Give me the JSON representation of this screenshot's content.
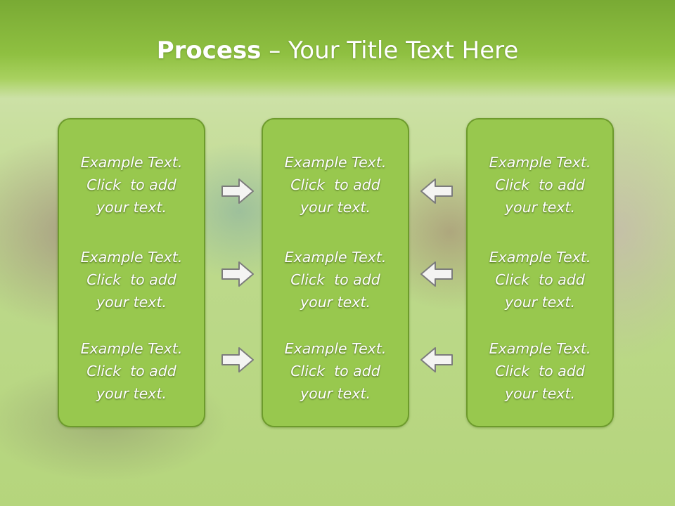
{
  "slide": {
    "title_bold": "Process",
    "title_rest": " – Your Title Text Here"
  },
  "columns": [
    {
      "items": [
        {
          "line1": "Example Text.",
          "line2": "Click  to add",
          "line3": "your text."
        },
        {
          "line1": "Example Text.",
          "line2": "Click  to add",
          "line3": "your text."
        },
        {
          "line1": "Example Text.",
          "line2": "Click  to add",
          "line3": "your text."
        }
      ]
    },
    {
      "items": [
        {
          "line1": "Example Text.",
          "line2": "Click  to add",
          "line3": "your text."
        },
        {
          "line1": "Example Text.",
          "line2": "Click  to add",
          "line3": "your text."
        },
        {
          "line1": "Example Text.",
          "line2": "Click  to add",
          "line3": "your text."
        }
      ]
    },
    {
      "items": [
        {
          "line1": "Example Text.",
          "line2": "Click  to add",
          "line3": "your text."
        },
        {
          "line1": "Example Text.",
          "line2": "Click  to add",
          "line3": "your text."
        },
        {
          "line1": "Example Text.",
          "line2": "Click  to add",
          "line3": "your text."
        }
      ]
    }
  ],
  "arrows": {
    "left_group": "right-arrow-icon",
    "right_group": "left-arrow-icon"
  },
  "colors": {
    "box_fill": "#98c84e",
    "box_border": "#6d9b2c",
    "title_band": "#8fc041"
  }
}
